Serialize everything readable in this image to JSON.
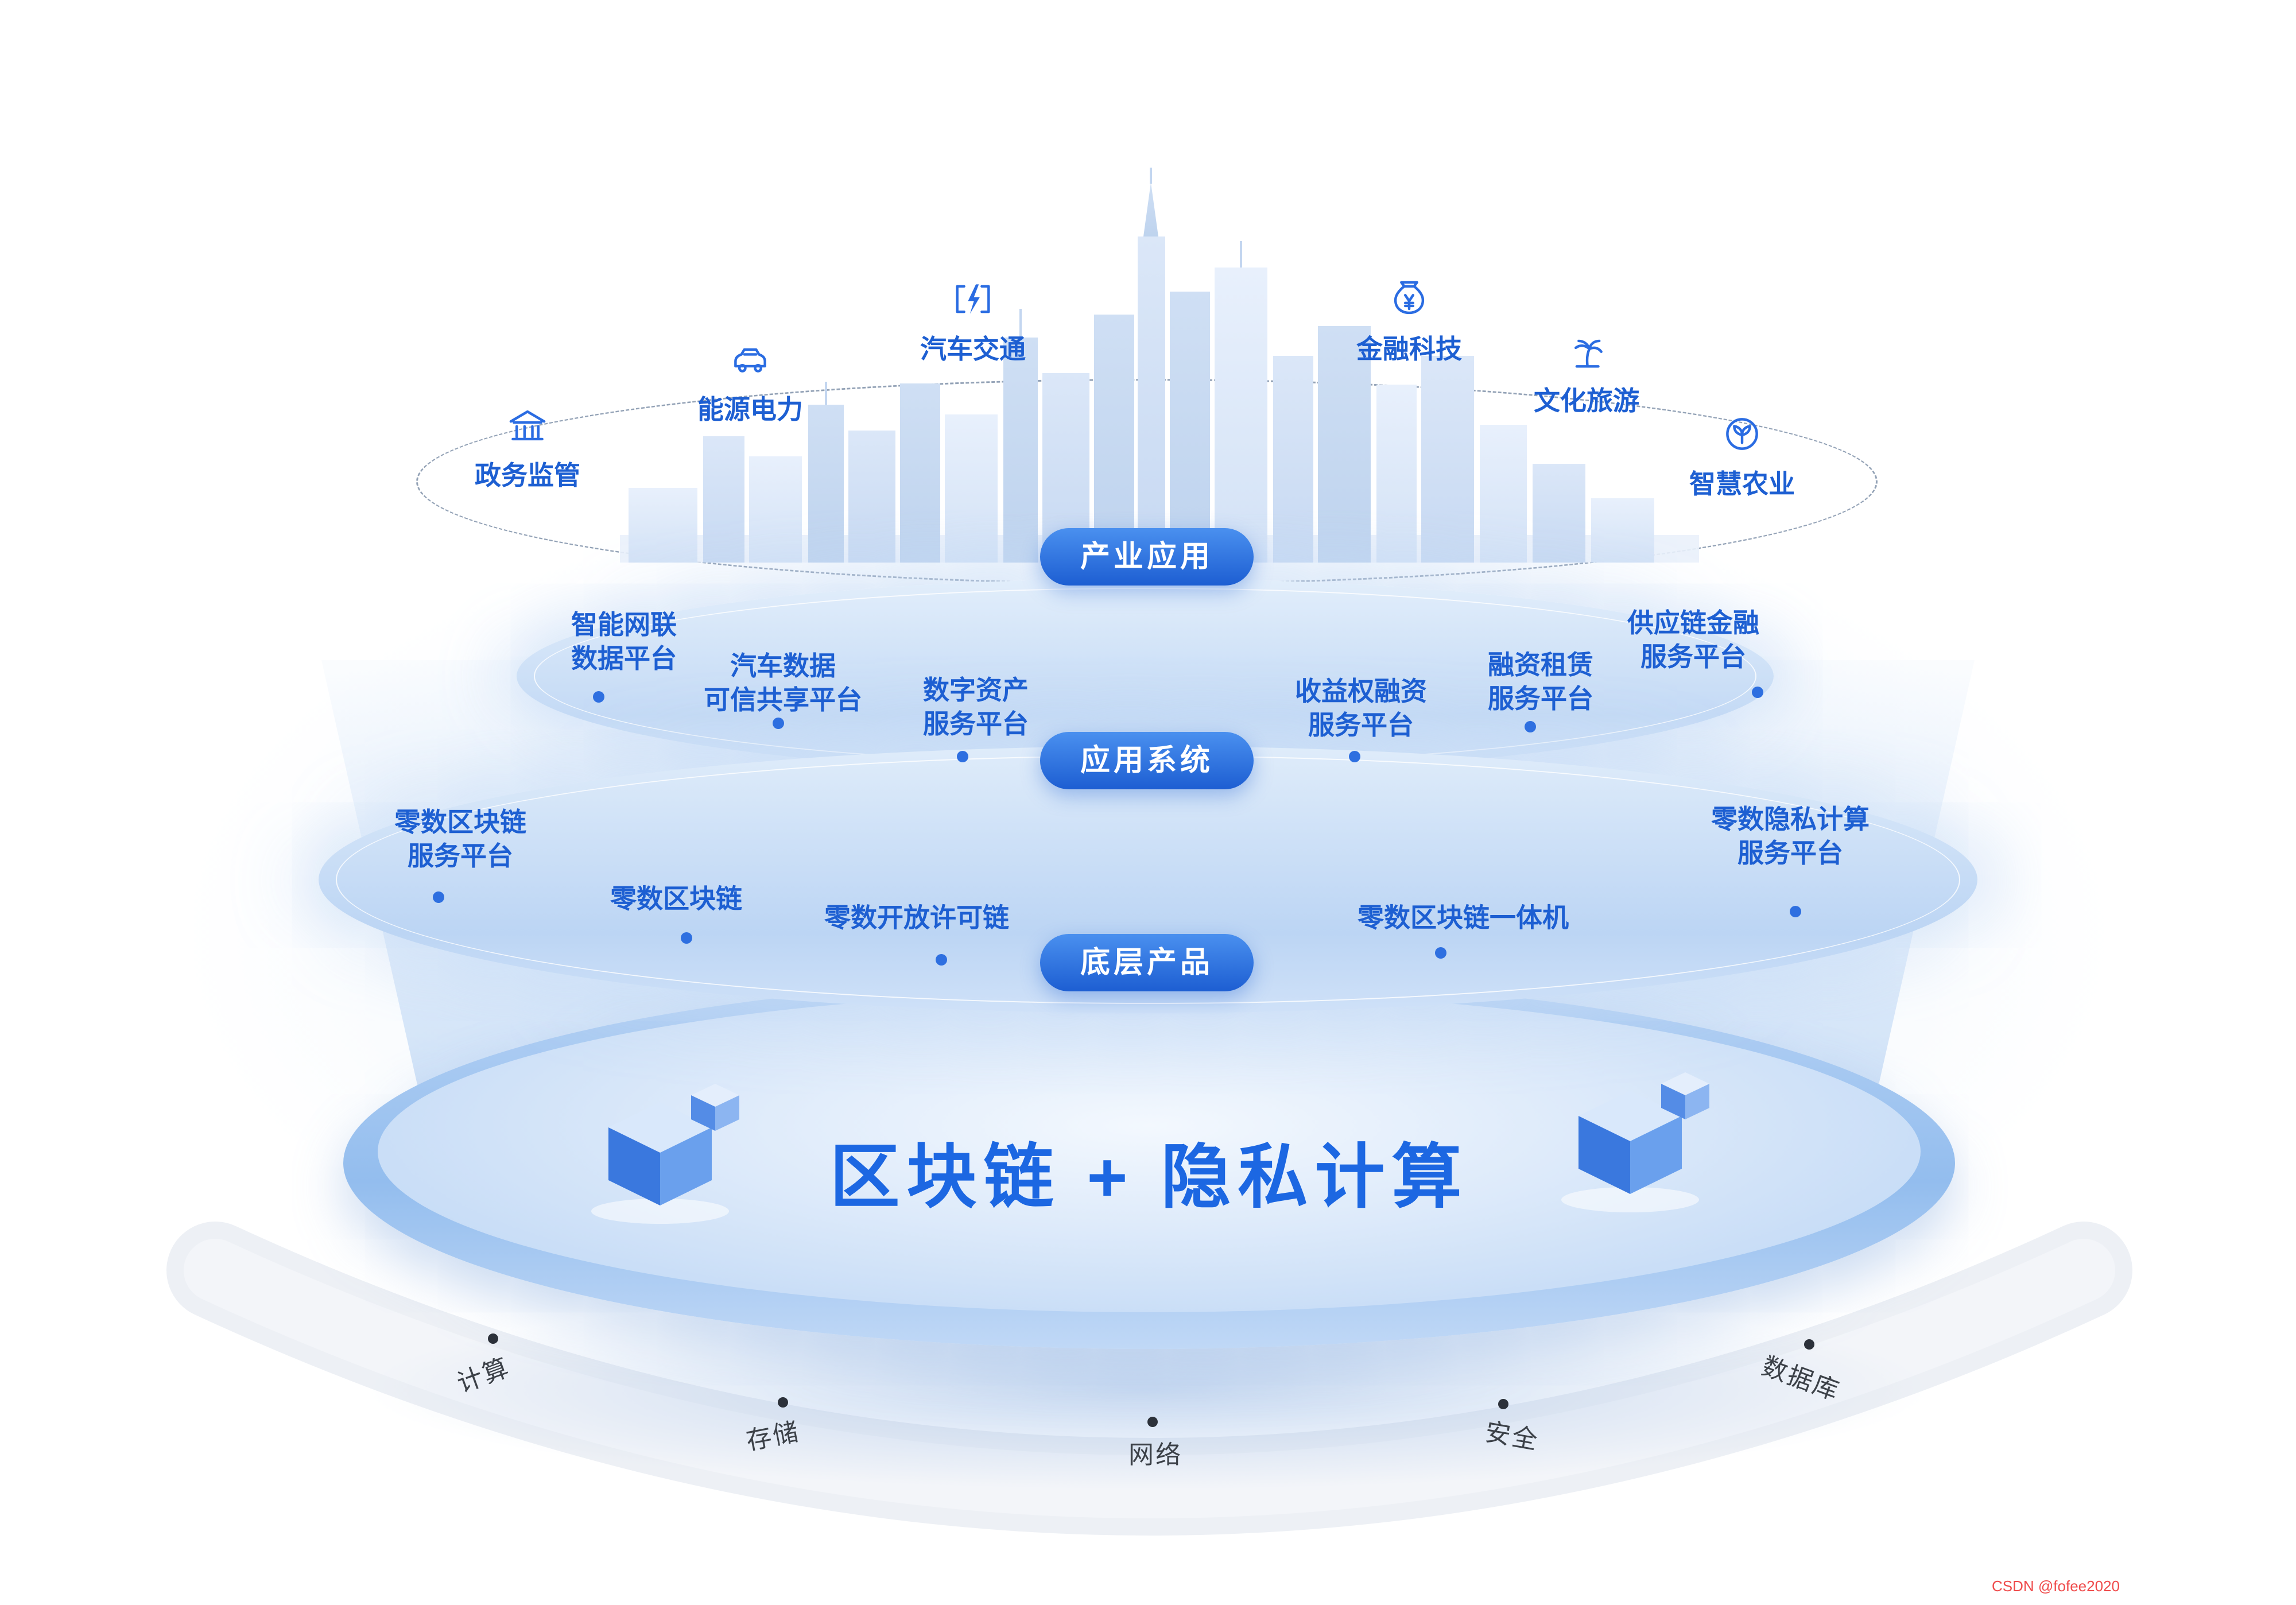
{
  "industry_layer": {
    "pill_label": "产业应用",
    "items": [
      {
        "label": "政务监管",
        "icon": "government-building-icon"
      },
      {
        "label": "能源电力",
        "icon": "car-icon"
      },
      {
        "label": "汽车交通",
        "icon": "lightning-bracket-icon"
      },
      {
        "label": "金融科技",
        "icon": "money-bag-icon"
      },
      {
        "label": "文化旅游",
        "icon": "palm-tree-icon"
      },
      {
        "label": "智慧农业",
        "icon": "sprout-leaf-icon"
      }
    ]
  },
  "application_layer": {
    "pill_label": "应用系统",
    "items": [
      {
        "lines": [
          "智能网联",
          "数据平台"
        ]
      },
      {
        "lines": [
          "汽车数据",
          "可信共享平台"
        ]
      },
      {
        "lines": [
          "数字资产",
          "服务平台"
        ]
      },
      {
        "lines": [
          "收益权融资",
          "服务平台"
        ]
      },
      {
        "lines": [
          "融资租赁",
          "服务平台"
        ]
      },
      {
        "lines": [
          "供应链金融",
          "服务平台"
        ]
      }
    ]
  },
  "product_layer": {
    "pill_label": "底层产品",
    "items": [
      {
        "lines": [
          "零数区块链",
          "服务平台"
        ]
      },
      {
        "lines": [
          "零数区块链"
        ]
      },
      {
        "lines": [
          "零数开放许可链"
        ]
      },
      {
        "lines": [
          "零数区块链一体机"
        ]
      },
      {
        "lines": [
          "零数隐私计算",
          "服务平台"
        ]
      }
    ]
  },
  "platform": {
    "title": "区块链 + 隐私计算"
  },
  "infrastructure": {
    "items": [
      {
        "label": "计算"
      },
      {
        "label": "存储"
      },
      {
        "label": "网络"
      },
      {
        "label": "安全"
      },
      {
        "label": "数据库"
      }
    ]
  },
  "watermark": "CSDN @fofee2020",
  "colors": {
    "accent_blue": "#1d5fd2",
    "pill_blue": "#2e72e5",
    "title_blue": "#1c67e2",
    "dashed_gray": "#93a2b6"
  }
}
